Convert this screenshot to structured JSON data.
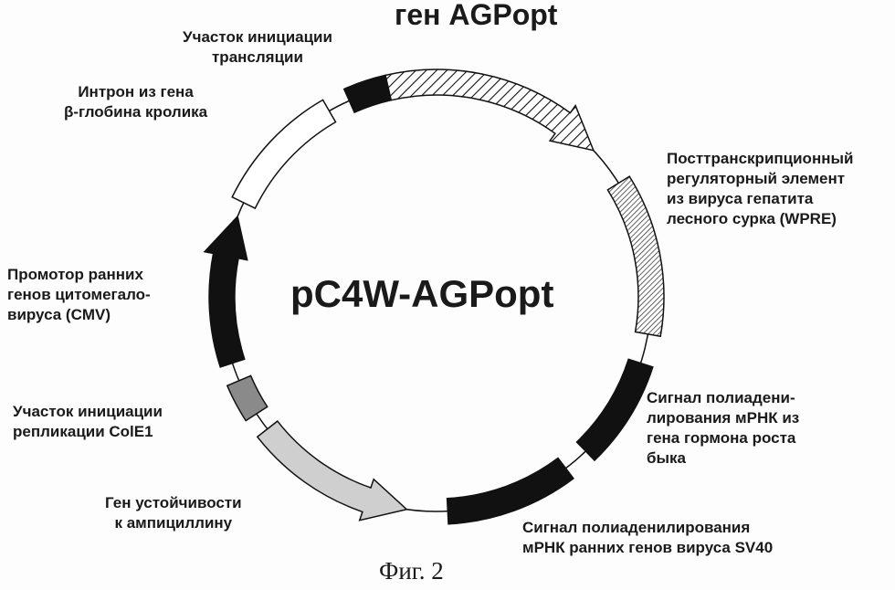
{
  "title": "ген AGPopt",
  "plasmid": "pC4W-AGPopt",
  "figure": "Фиг. 2",
  "labels": {
    "translation_init": [
      "Участок инициации",
      "трансляции"
    ],
    "intron": [
      "Интрон из гена",
      "β-глобина кролика"
    ],
    "wpre": [
      "Посттранскрипционный",
      "регуляторный элемент",
      "из вируса гепатита",
      "лесного сурка (WPRE)"
    ],
    "cmv": [
      "Промотор ранних",
      "генов цитомегало-",
      "вируса (CMV)"
    ],
    "cole1": [
      "Участок инициации",
      "репликации ColE1"
    ],
    "bgh": [
      "Сигнал полиадени-",
      "лирования мРНК из",
      "гена гормона роста",
      "быка"
    ],
    "amp": [
      "Ген устойчивости",
      "к ампициллину"
    ],
    "sv40": [
      "Сигнал полиаденилирования",
      "мРНК ранних генов вируса SV40"
    ]
  },
  "colors": {
    "black": "#111111",
    "grey": "#cfcfcf",
    "dark_grey": "#8a8a8a",
    "white": "#ffffff"
  }
}
